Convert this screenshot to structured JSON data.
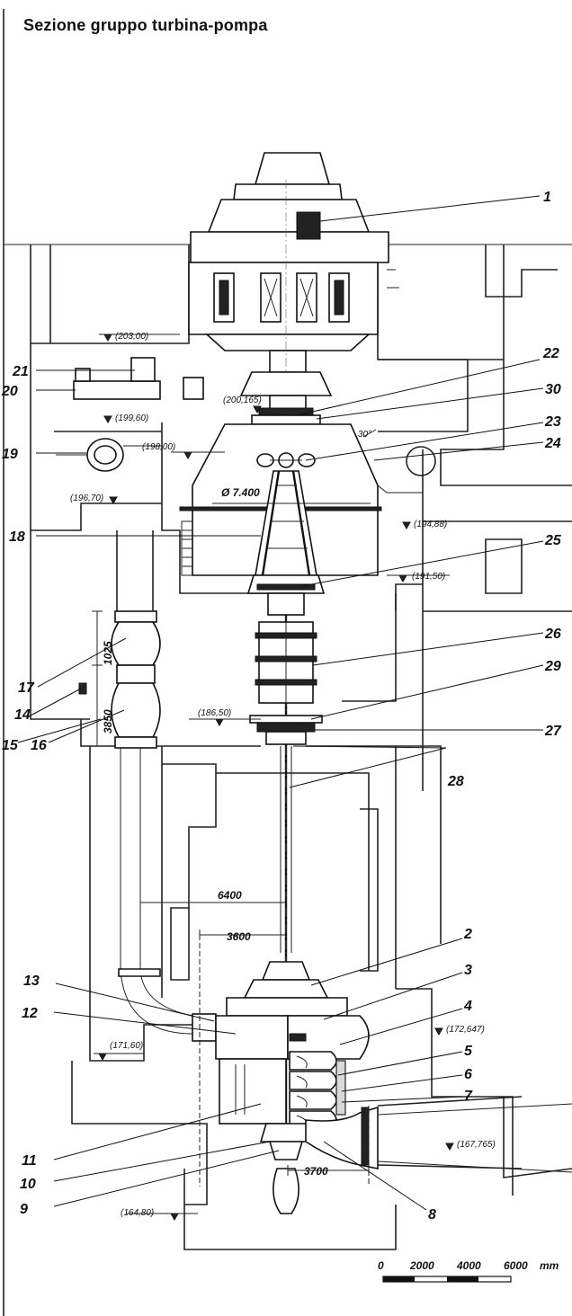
{
  "title": "Sezione gruppo turbina-pompa",
  "labels": {
    "p1": "1",
    "p2": "2",
    "p3": "3",
    "p4": "4",
    "p5": "5",
    "p6": "6",
    "p7": "7",
    "p8": "8",
    "p9": "9",
    "p10": "10",
    "p11": "11",
    "p12": "12",
    "p13": "13",
    "p14": "14",
    "p15": "15",
    "p16": "16",
    "p17": "17",
    "p18": "18",
    "p19": "19",
    "p20": "20",
    "p21": "21",
    "p22": "22",
    "p23": "23",
    "p24": "24",
    "p25": "25",
    "p26": "26",
    "p27": "27",
    "p28": "28",
    "p29": "29",
    "p30": "30"
  },
  "elevations": {
    "e203": "(203,00)",
    "e200": "(200,165)",
    "e199": "(199,60)",
    "e198": "(198,00)",
    "e196": "(196,70)",
    "e194": "(194,88)",
    "e191": "(191,50)",
    "e186": "(186,50)",
    "e172": "(172,647)",
    "e171": "(171,60)",
    "e167": "(167,765)",
    "e164": "(164,80)"
  },
  "dimensions": {
    "diameter": "Ø 7.400",
    "angle": "30°",
    "d1025": "1025",
    "d3850": "3850",
    "d6400": "6400",
    "d3600": "3600",
    "d3700": "3700"
  },
  "scale": {
    "t0": "0",
    "t2000": "2000",
    "t4000": "4000",
    "t6000": "6000",
    "unit": "mm"
  }
}
